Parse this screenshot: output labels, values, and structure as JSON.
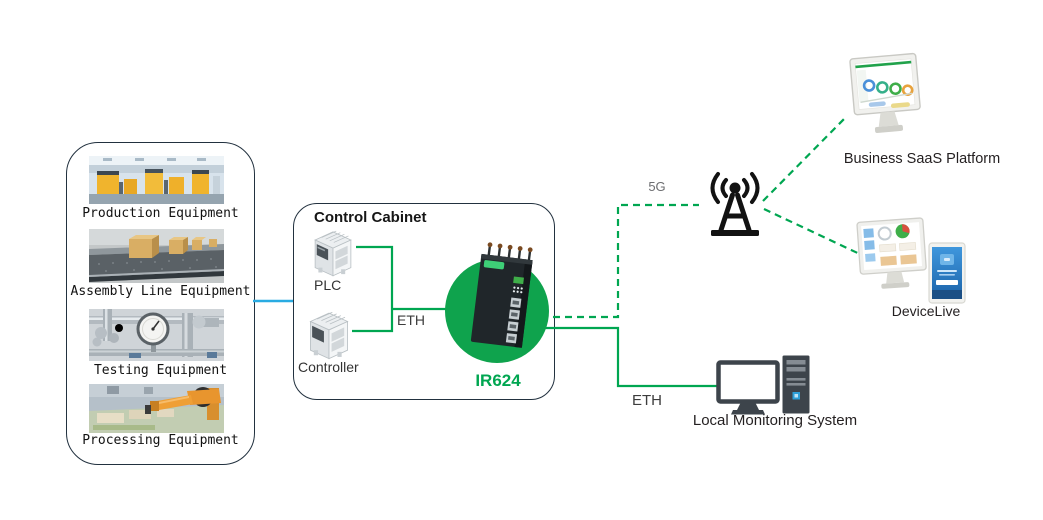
{
  "diagram": {
    "equipment_panel": {
      "items": [
        {
          "label": "Production Equipment",
          "icon": "production-equipment-photo"
        },
        {
          "label": "Assembly Line Equipment",
          "icon": "assembly-line-photo"
        },
        {
          "label": "Testing Equipment",
          "icon": "testing-equipment-photo"
        },
        {
          "label": "Processing Equipment",
          "icon": "processing-equipment-photo"
        }
      ]
    },
    "control_cabinet": {
      "title": "Control Cabinet",
      "devices": [
        {
          "label": "PLC",
          "icon": "plc-icon"
        },
        {
          "label": "Controller",
          "icon": "controller-icon"
        }
      ],
      "eth_label": "ETH"
    },
    "router": {
      "label": "IR624",
      "icon": "industrial-router-icon"
    },
    "links": {
      "wan_label": "5G",
      "lan_label": "ETH"
    },
    "antenna": {
      "icon": "cell-tower-icon"
    },
    "cloud_nodes": [
      {
        "label": "Business SaaS Platform",
        "icon": "saas-dashboard-monitor-icon"
      },
      {
        "label": "DeviceLive",
        "icon": "devicelive-monitor-phone-icon"
      }
    ],
    "local_node": {
      "label": "Local Monitoring System",
      "icon": "desktop-computer-icon"
    }
  },
  "colors": {
    "green_line": "#00a651",
    "router_circle": "#0fa34d",
    "cyan_line": "#29abe2",
    "gray_label": "#6d6e71",
    "dark_label": "#231f20",
    "box_border": "#22313f",
    "antenna_black": "#121212"
  }
}
